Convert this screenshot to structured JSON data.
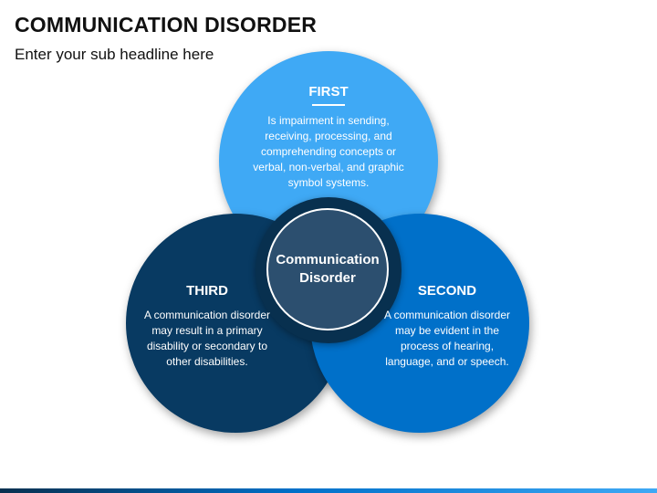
{
  "slide": {
    "title": "COMMUNICATION DISORDER",
    "subtitle": "Enter your sub headline here"
  },
  "diagram": {
    "center": {
      "line1": "Communication",
      "line2": "Disorder"
    },
    "sections": {
      "first": {
        "heading": "FIRST",
        "body": "Is impairment in sending, receiving, processing, and comprehending concepts or verbal, non-verbal, and graphic symbol systems."
      },
      "second": {
        "heading": "SECOND",
        "body": "A communication disorder may be evident in the process of hearing, language, and or speech."
      },
      "third": {
        "heading": "THIRD",
        "body": "A communication disorder may result in a primary disability or secondary to other disabilities."
      }
    }
  },
  "colors": {
    "first": "#3fa9f5",
    "second": "#0070c9",
    "third": "#083a62",
    "center": "#2c4f6f"
  }
}
